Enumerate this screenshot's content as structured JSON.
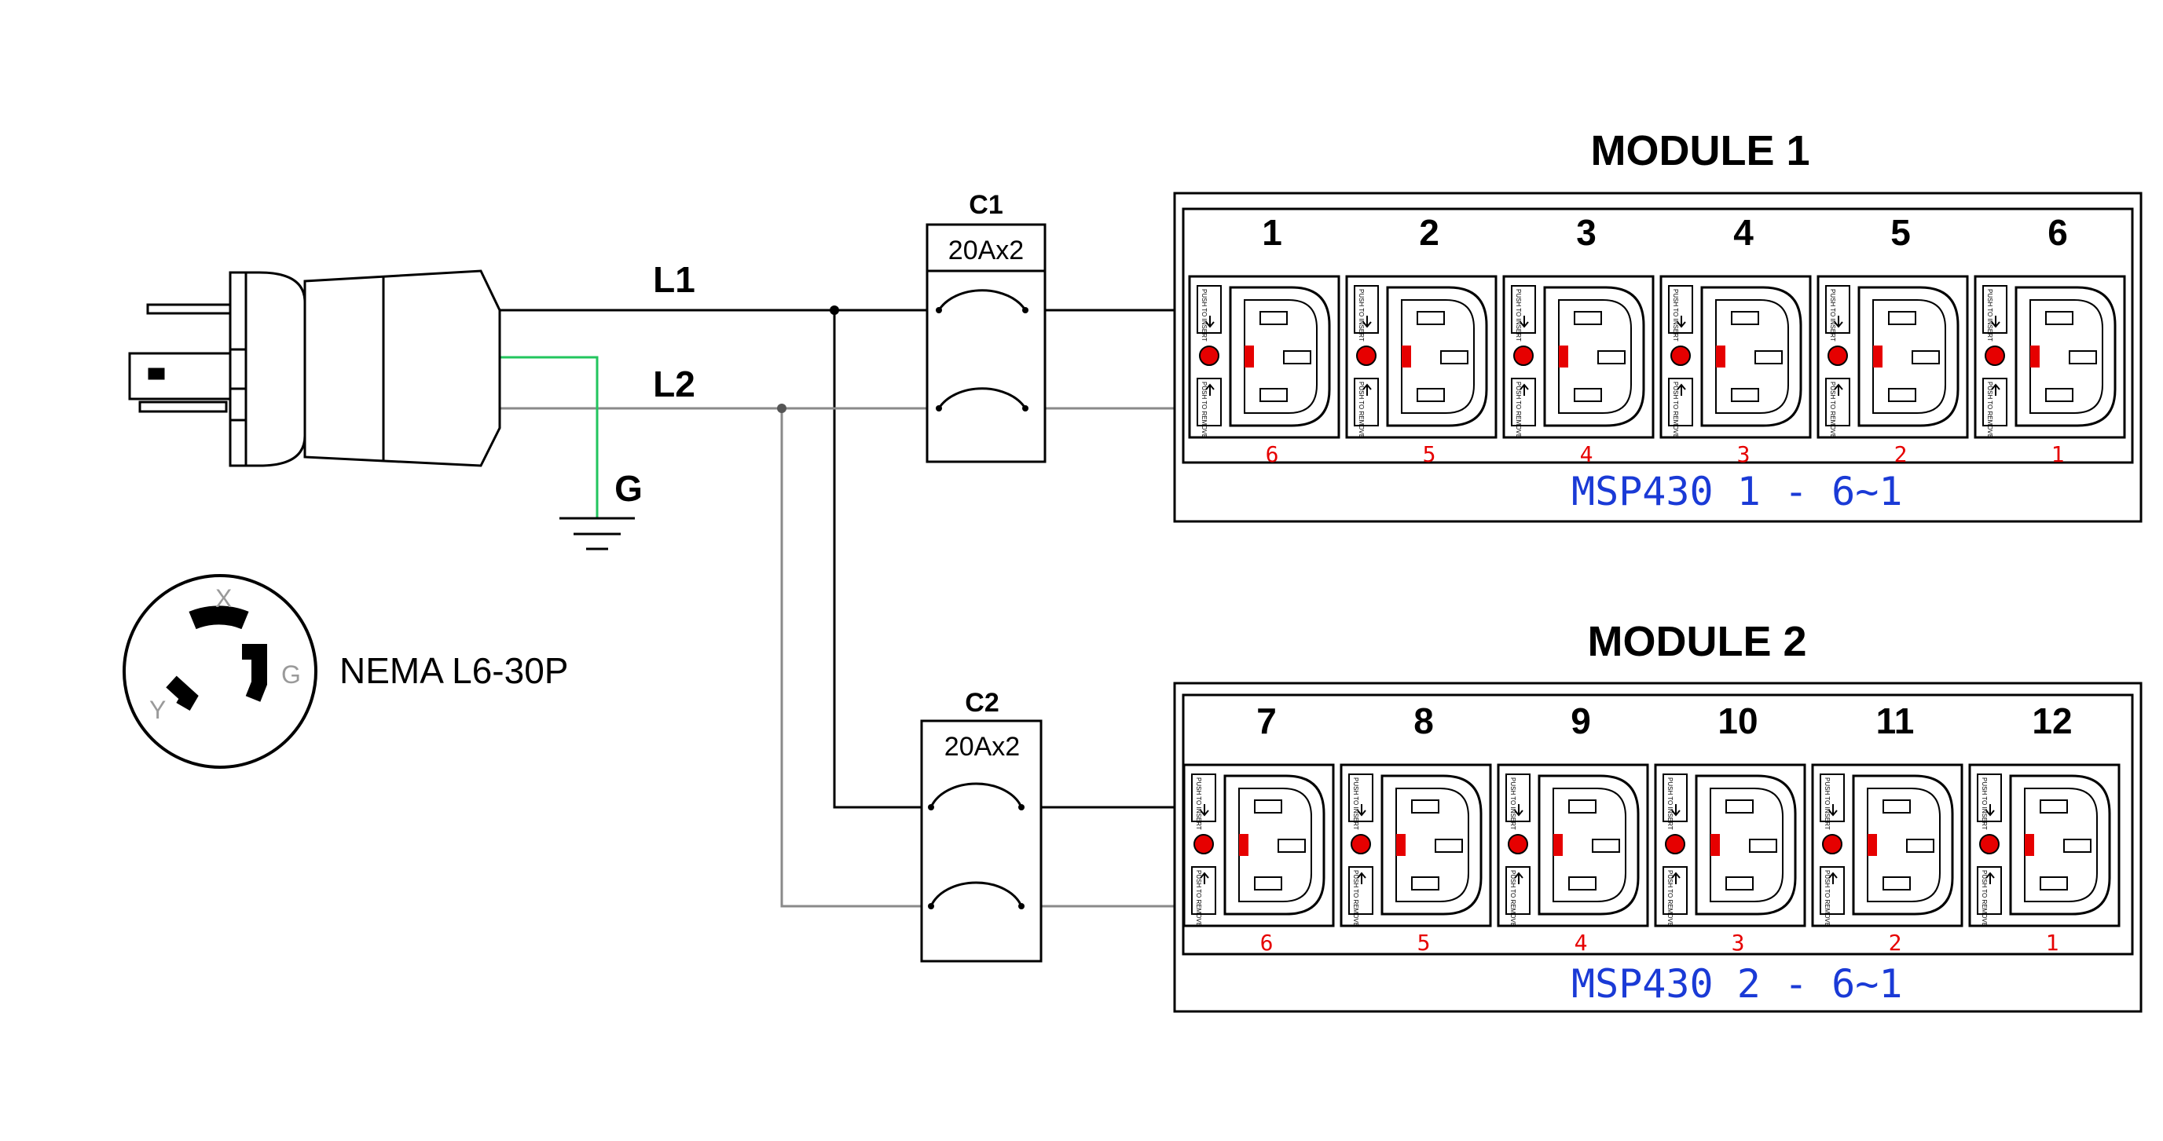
{
  "wires": {
    "l1": "L1",
    "l2": "L2",
    "ground": "G",
    "ground_color": "#22c55e",
    "wire_color": "#000000",
    "l2_color": "#8a8a8a"
  },
  "plug": {
    "label": "NEMA L6-30P",
    "pins": {
      "x": "X",
      "y": "Y",
      "g": "G"
    }
  },
  "breakers": [
    {
      "name": "C1",
      "rating": "20Ax2"
    },
    {
      "name": "C2",
      "rating": "20Ax2"
    }
  ],
  "outlet_lever_text": {
    "top": "PUSH TO INSERT",
    "bottom": "PUSH TO REMOVE"
  },
  "colors": {
    "indicator": "#e60000",
    "subnumber": "#e60000",
    "module_label": "#1a3ad6"
  },
  "modules": [
    {
      "title": "MODULE 1",
      "label": "MSP430 1 - 6~1",
      "outlet_numbers": [
        "1",
        "2",
        "3",
        "4",
        "5",
        "6"
      ],
      "outlet_subnumbers": [
        "6",
        "5",
        "4",
        "3",
        "2",
        "1"
      ]
    },
    {
      "title": "MODULE 2",
      "label": "MSP430 2 - 6~1",
      "outlet_numbers": [
        "7",
        "8",
        "9",
        "10",
        "11",
        "12"
      ],
      "outlet_subnumbers": [
        "6",
        "5",
        "4",
        "3",
        "2",
        "1"
      ]
    }
  ]
}
